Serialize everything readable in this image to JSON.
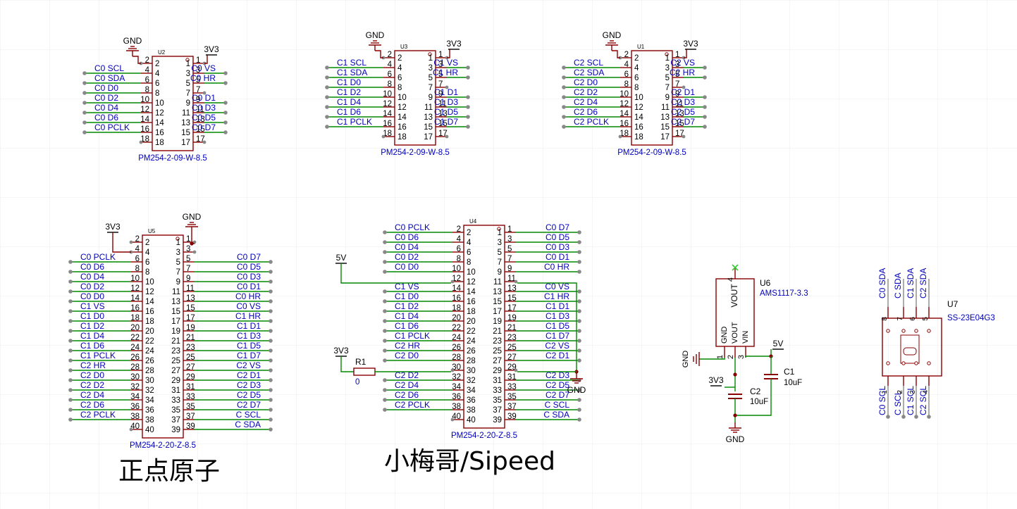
{
  "colors": {
    "wire": "#008800",
    "label": "#0000bb",
    "body": "#880000",
    "ext": "#888888",
    "pinnum": "#000000",
    "grid": "#ececec",
    "noconnect": "#33cc33"
  },
  "captions": {
    "left": "正点原子",
    "middle": "小梅哥/Sipeed"
  },
  "headers": [
    {
      "ref": "U2",
      "part": "PM254-2-09-W-8.5",
      "gnd": "GND",
      "pwr": "3V3",
      "left": [
        {
          "n": "2",
          "net": ""
        },
        {
          "n": "4",
          "net": "C0_SCL"
        },
        {
          "n": "6",
          "net": "C0_SDA"
        },
        {
          "n": "8",
          "net": "C0_D0"
        },
        {
          "n": "10",
          "net": "C0_D2"
        },
        {
          "n": "12",
          "net": "C0_D4"
        },
        {
          "n": "14",
          "net": "C0_D6"
        },
        {
          "n": "16",
          "net": "C0_PCLK"
        },
        {
          "n": "18",
          "net": ""
        }
      ],
      "right": [
        {
          "n": "1",
          "net": ""
        },
        {
          "n": "3",
          "net": "C0_VS"
        },
        {
          "n": "5",
          "net": "C0_HR"
        },
        {
          "n": "7",
          "net": ""
        },
        {
          "n": "9",
          "net": "C0_D1"
        },
        {
          "n": "11",
          "net": "C0_D3"
        },
        {
          "n": "13",
          "net": "C0_D5"
        },
        {
          "n": "15",
          "net": "C0_D7"
        },
        {
          "n": "17",
          "net": ""
        }
      ]
    },
    {
      "ref": "U3",
      "part": "PM254-2-09-W-8.5",
      "gnd": "GND",
      "pwr": "3V3",
      "left": [
        {
          "n": "2",
          "net": ""
        },
        {
          "n": "4",
          "net": "C1_SCL"
        },
        {
          "n": "6",
          "net": "C1_SDA"
        },
        {
          "n": "8",
          "net": "C1_D0"
        },
        {
          "n": "10",
          "net": "C1_D2"
        },
        {
          "n": "12",
          "net": "C1_D4"
        },
        {
          "n": "14",
          "net": "C1_D6"
        },
        {
          "n": "16",
          "net": "C1_PCLK"
        },
        {
          "n": "18",
          "net": ""
        }
      ],
      "right": [
        {
          "n": "1",
          "net": ""
        },
        {
          "n": "3",
          "net": "C1_VS"
        },
        {
          "n": "5",
          "net": "C1_HR"
        },
        {
          "n": "7",
          "net": ""
        },
        {
          "n": "9",
          "net": "C1_D1"
        },
        {
          "n": "11",
          "net": "C1_D3"
        },
        {
          "n": "13",
          "net": "C1_D5"
        },
        {
          "n": "15",
          "net": "C1_D7"
        },
        {
          "n": "17",
          "net": ""
        }
      ]
    },
    {
      "ref": "U1",
      "part": "PM254-2-09-W-8.5",
      "gnd": "GND",
      "pwr": "3V3",
      "left": [
        {
          "n": "2",
          "net": ""
        },
        {
          "n": "4",
          "net": "C2_SCL"
        },
        {
          "n": "6",
          "net": "C2_SDA"
        },
        {
          "n": "8",
          "net": "C2_D0"
        },
        {
          "n": "10",
          "net": "C2_D2"
        },
        {
          "n": "12",
          "net": "C2_D4"
        },
        {
          "n": "14",
          "net": "C2_D6"
        },
        {
          "n": "16",
          "net": "C2_PCLK"
        },
        {
          "n": "18",
          "net": ""
        }
      ],
      "right": [
        {
          "n": "1",
          "net": ""
        },
        {
          "n": "3",
          "net": "C2_VS"
        },
        {
          "n": "5",
          "net": "C2_HR"
        },
        {
          "n": "7",
          "net": ""
        },
        {
          "n": "9",
          "net": "C2_D1"
        },
        {
          "n": "11",
          "net": "C2_D3"
        },
        {
          "n": "13",
          "net": "C2_D5"
        },
        {
          "n": "15",
          "net": "C2_D7"
        },
        {
          "n": "17",
          "net": ""
        }
      ]
    },
    {
      "ref": "U5",
      "part": "PM254-2-20-Z-8.5",
      "gnd": "GND",
      "pwr": "3V3",
      "left": [
        {
          "n": "2",
          "net": ""
        },
        {
          "n": "4",
          "net": ""
        },
        {
          "n": "6",
          "net": "C0_PCLK"
        },
        {
          "n": "8",
          "net": "C0_D6"
        },
        {
          "n": "10",
          "net": "C0_D4"
        },
        {
          "n": "12",
          "net": "C0_D2"
        },
        {
          "n": "14",
          "net": "C0_D0"
        },
        {
          "n": "16",
          "net": "C1_VS"
        },
        {
          "n": "18",
          "net": "C1_D0"
        },
        {
          "n": "20",
          "net": "C1_D2"
        },
        {
          "n": "22",
          "net": "C1_D4"
        },
        {
          "n": "24",
          "net": "C1_D6"
        },
        {
          "n": "26",
          "net": "C1_PCLK"
        },
        {
          "n": "28",
          "net": "C2_HR"
        },
        {
          "n": "30",
          "net": "C2_D0"
        },
        {
          "n": "32",
          "net": "C2_D2"
        },
        {
          "n": "34",
          "net": "C2_D4"
        },
        {
          "n": "36",
          "net": "C2_D6"
        },
        {
          "n": "38",
          "net": "C2_PCLK"
        },
        {
          "n": "40",
          "net": ""
        }
      ],
      "right": [
        {
          "n": "1",
          "net": ""
        },
        {
          "n": "3",
          "net": ""
        },
        {
          "n": "5",
          "net": "C0_D7"
        },
        {
          "n": "7",
          "net": "C0_D5"
        },
        {
          "n": "9",
          "net": "C0_D3"
        },
        {
          "n": "11",
          "net": "C0_D1"
        },
        {
          "n": "13",
          "net": "C0_HR"
        },
        {
          "n": "15",
          "net": "C0_VS"
        },
        {
          "n": "17",
          "net": "C1_HR"
        },
        {
          "n": "19",
          "net": "C1_D1"
        },
        {
          "n": "21",
          "net": "C1_D3"
        },
        {
          "n": "23",
          "net": "C1_D5"
        },
        {
          "n": "25",
          "net": "C1_D7"
        },
        {
          "n": "27",
          "net": "C2_VS"
        },
        {
          "n": "29",
          "net": "C2_D1"
        },
        {
          "n": "31",
          "net": "C2_D3"
        },
        {
          "n": "33",
          "net": "C2_D5"
        },
        {
          "n": "35",
          "net": "C2_D7"
        },
        {
          "n": "37",
          "net": "C_SCL"
        },
        {
          "n": "39",
          "net": "C_SDA"
        }
      ]
    },
    {
      "ref": "U4",
      "part": "PM254-2-20-Z-8.5",
      "gnd": "GND",
      "pwr": "5V",
      "left": [
        {
          "n": "2",
          "net": "C0_PCLK"
        },
        {
          "n": "4",
          "net": "C0_D6"
        },
        {
          "n": "6",
          "net": "C0_D4"
        },
        {
          "n": "8",
          "net": "C0_D2"
        },
        {
          "n": "10",
          "net": "C0_D0"
        },
        {
          "n": "12",
          "net": ""
        },
        {
          "n": "14",
          "net": "C1_VS"
        },
        {
          "n": "16",
          "net": "C1_D0"
        },
        {
          "n": "18",
          "net": "C1_D2"
        },
        {
          "n": "20",
          "net": "C1_D4"
        },
        {
          "n": "22",
          "net": "C1_D6"
        },
        {
          "n": "24",
          "net": "C1_PCLK"
        },
        {
          "n": "26",
          "net": "C2_HR"
        },
        {
          "n": "28",
          "net": "C2_D0"
        },
        {
          "n": "30",
          "net": ""
        },
        {
          "n": "32",
          "net": "C2_D2"
        },
        {
          "n": "34",
          "net": "C2_D4"
        },
        {
          "n": "36",
          "net": "C2_D6"
        },
        {
          "n": "38",
          "net": "C2_PCLK"
        },
        {
          "n": "40",
          "net": ""
        }
      ],
      "right": [
        {
          "n": "1",
          "net": "C0_D7"
        },
        {
          "n": "3",
          "net": "C0_D5"
        },
        {
          "n": "5",
          "net": "C0_D3"
        },
        {
          "n": "7",
          "net": "C0_D1"
        },
        {
          "n": "9",
          "net": "C0_HR"
        },
        {
          "n": "11",
          "net": ""
        },
        {
          "n": "13",
          "net": "C0_VS"
        },
        {
          "n": "15",
          "net": "C1_HR"
        },
        {
          "n": "17",
          "net": "C1_D1"
        },
        {
          "n": "19",
          "net": "C1_D3"
        },
        {
          "n": "21",
          "net": "C1_D5"
        },
        {
          "n": "23",
          "net": "C1_D7"
        },
        {
          "n": "25",
          "net": "C2_VS"
        },
        {
          "n": "27",
          "net": "C2_D1"
        },
        {
          "n": "29",
          "net": ""
        },
        {
          "n": "31",
          "net": "C2_D3"
        },
        {
          "n": "33",
          "net": "C2_D5"
        },
        {
          "n": "35",
          "net": "C2_D7"
        },
        {
          "n": "37",
          "net": "C_SCL"
        },
        {
          "n": "39",
          "net": "C_SDA"
        }
      ]
    }
  ],
  "resistor": {
    "ref": "R1",
    "value": "0",
    "net": "3V3"
  },
  "regulator": {
    "ref": "U6",
    "part": "AMS1117-3.3",
    "pin_names": [
      "GND",
      "VOUT",
      "VIN",
      "VOUT"
    ],
    "pin_numbers": [
      "1",
      "2",
      "3",
      "4"
    ],
    "gnd": "GND",
    "vin_net": "5V",
    "vout_net": "3V3",
    "gnd_out": "GND"
  },
  "capacitors": [
    {
      "ref": "C1",
      "value": "10uF"
    },
    {
      "ref": "C2",
      "value": "10uF"
    }
  ],
  "switch": {
    "ref": "U7",
    "part": "SS-23E04G3",
    "top": [
      {
        "n": "8",
        "net": "C0_SDA"
      },
      {
        "n": "7",
        "net": "C_SDA"
      },
      {
        "n": "6",
        "net": "C1_SDA"
      },
      {
        "n": "5",
        "net": "C2_SDA"
      }
    ],
    "bottom": [
      {
        "n": "1",
        "net": "C0_SCL"
      },
      {
        "n": "2",
        "net": "C_SCL"
      },
      {
        "n": "3",
        "net": "C1_SCL"
      },
      {
        "n": "4",
        "net": "C2_SCL"
      }
    ]
  }
}
